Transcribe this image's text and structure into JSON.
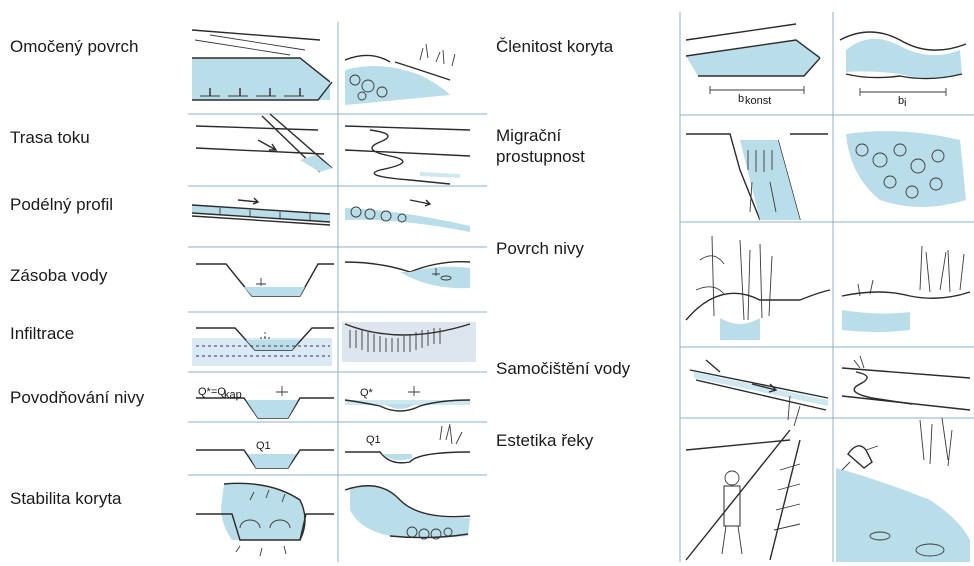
{
  "left_labels": [
    "Omočený povrch",
    "Trasa toku",
    "Podélný profil",
    "Zásoba vody",
    "Infiltrace",
    "Povodňování nivy",
    "Stabilita koryta"
  ],
  "right_labels": [
    "Členitost koryta",
    "Migrační prostupnost",
    "Povrch nivy",
    "Samočištění vody",
    "Estetika řeky"
  ],
  "sketch_labels": {
    "flood_left": "Q*=Q",
    "flood_left_sub": "kap",
    "flood_right": "Q*",
    "q1_left": "Q1",
    "q1_right": "Q1",
    "b_konst": "b",
    "b_konst_sub": "konst",
    "b_i": "b",
    "b_i_sub": "i"
  }
}
